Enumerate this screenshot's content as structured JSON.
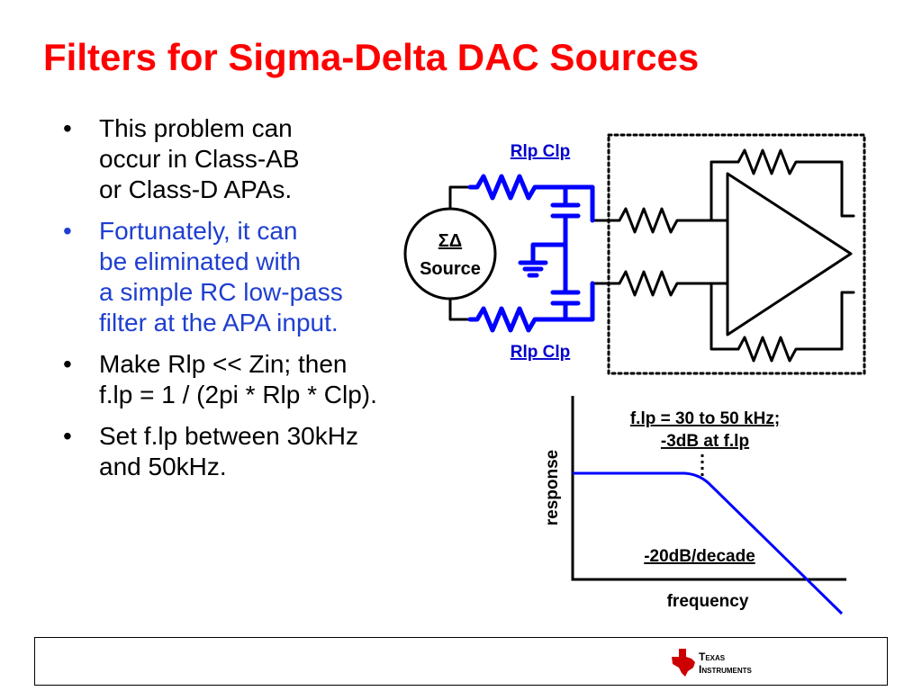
{
  "slide": {
    "title": "Filters for Sigma-Delta DAC Sources",
    "bullets": [
      {
        "lines": [
          "This problem can",
          "occur in Class-AB",
          "or Class-D APAs."
        ],
        "color": "#000000"
      },
      {
        "lines": [
          "Fortunately, it can",
          "be eliminated with",
          "a simple RC low-pass",
          "filter at the APA input."
        ],
        "color": "#1f3fd0"
      },
      {
        "lines": [
          "Make Rlp << Zin; then",
          "f.lp = 1 / (2pi * Rlp * Clp)."
        ],
        "color": "#000000"
      },
      {
        "lines": [
          "Set f.lp between 30kHz",
          "and 50kHz."
        ],
        "color": "#000000"
      }
    ],
    "bullet_glyph": "•"
  },
  "circuit": {
    "label_top": "Rlp  Clp",
    "label_bottom": "Rlp  Clp",
    "source_symbol": "ΣΔ",
    "source_label": "Source",
    "filter_color": "#0000ff",
    "label_color": "#0000cc"
  },
  "response_plot": {
    "annotation_line1": "f.lp = 30 to 50 kHz;",
    "annotation_line2": "-3dB at f.lp",
    "slope_label": "-20dB/decade",
    "xlabel": "frequency",
    "ylabel": "response",
    "curve_color": "#0000ff"
  },
  "footer": {
    "logo_line1": "Texas",
    "logo_line2": "Instruments",
    "logo_icon": "texas-state-icon",
    "logo_color": "#cc0000"
  }
}
